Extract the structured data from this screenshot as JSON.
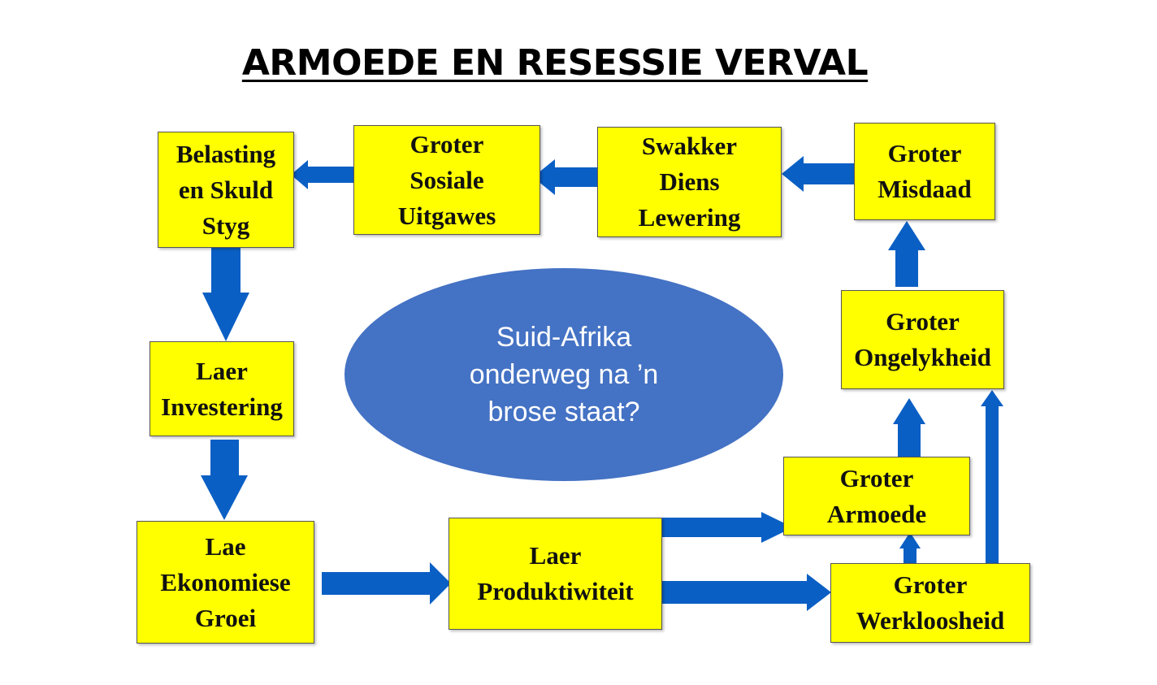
{
  "title": "ARMOEDE EN RESESSIE VERVAL",
  "colors": {
    "box_fill": "#ffff00",
    "arrow_fill": "#0a5fc4",
    "ellipse_fill": "#4472c4"
  },
  "center": {
    "lines": [
      "Suid-Afrika",
      "onderweg na ’n",
      "brose staat?"
    ]
  },
  "nodes": {
    "belasting": [
      "Belasting",
      "en Skuld",
      "Styg"
    ],
    "sosiale": [
      "Groter",
      "Sosiale",
      "Uitgawes"
    ],
    "diens": [
      "Swakker",
      "Diens",
      "Lewering"
    ],
    "misdaad": [
      "Groter",
      "Misdaad"
    ],
    "investering": [
      "Laer",
      "Investering"
    ],
    "ongelykheid": [
      "Groter",
      "Ongelykheid"
    ],
    "armoede": [
      "Groter",
      "Armoede"
    ],
    "groei": [
      "Lae",
      "Ekonomiese",
      "Groei"
    ],
    "produktiwiteit": [
      "Laer",
      "Produktiwiteit"
    ],
    "werkloosheid": [
      "Groter",
      "Werkloosheid"
    ]
  },
  "edges": [
    {
      "from": "groei",
      "to": "produktiwiteit"
    },
    {
      "from": "produktiwiteit",
      "to": "armoede"
    },
    {
      "from": "produktiwiteit",
      "to": "werkloosheid"
    },
    {
      "from": "werkloosheid",
      "to": "armoede"
    },
    {
      "from": "werkloosheid",
      "to": "ongelykheid"
    },
    {
      "from": "armoede",
      "to": "ongelykheid"
    },
    {
      "from": "ongelykheid",
      "to": "misdaad"
    },
    {
      "from": "misdaad",
      "to": "diens"
    },
    {
      "from": "diens",
      "to": "sosiale"
    },
    {
      "from": "sosiale",
      "to": "belasting"
    },
    {
      "from": "belasting",
      "to": "investering"
    },
    {
      "from": "investering",
      "to": "groei"
    }
  ]
}
